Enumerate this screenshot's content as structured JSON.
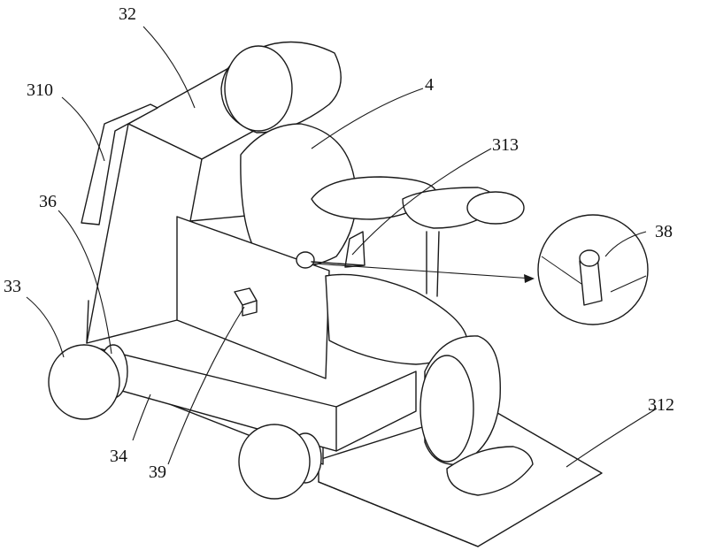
{
  "labels": {
    "l32": "32",
    "l310": "310",
    "l4": "4",
    "l313": "313",
    "l36": "36",
    "l38": "38",
    "l33": "33",
    "l34": "34",
    "l39": "39",
    "l312": "312"
  }
}
